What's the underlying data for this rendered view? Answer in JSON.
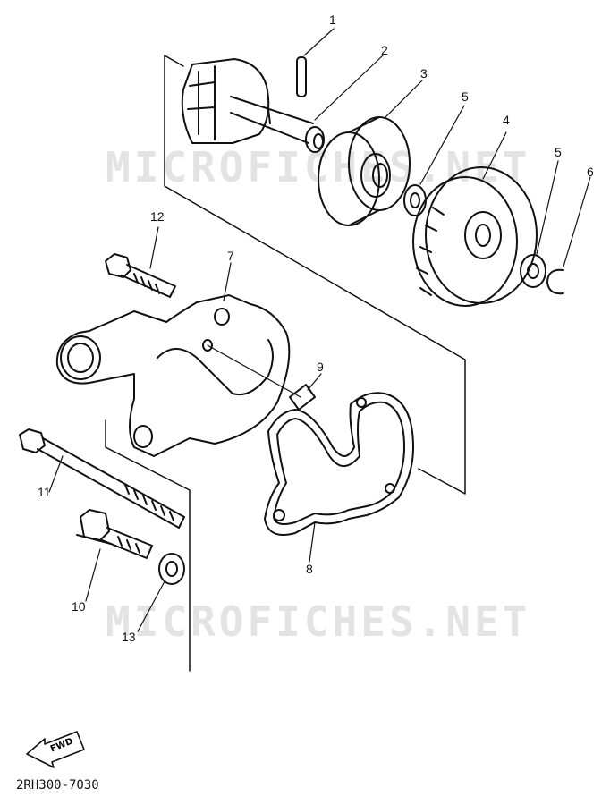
{
  "watermark": "MICROFICHES.NET",
  "fwd_arrow_label": "FWD",
  "diagram_code": "2RH300-7030",
  "callouts": [
    "1",
    "2",
    "3",
    "4",
    "5",
    "5",
    "6",
    "7",
    "8",
    "9",
    "10",
    "11",
    "12",
    "13"
  ],
  "icons": {
    "direction_arrow": "fwd-arrow-icon"
  }
}
